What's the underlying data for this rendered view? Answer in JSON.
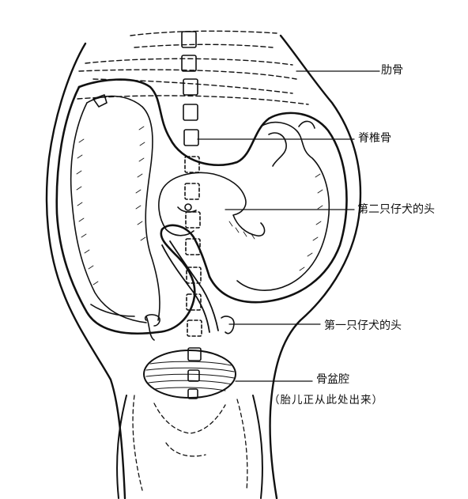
{
  "labels": {
    "rib": "肋骨",
    "spine": "脊椎骨",
    "second_pup_head": "第二只仔犬的头",
    "first_pup_head": "第一只仔犬的头",
    "pelvic_cavity": "骨盆腔",
    "pelvic_note": "（胎儿正从此处出来）"
  }
}
